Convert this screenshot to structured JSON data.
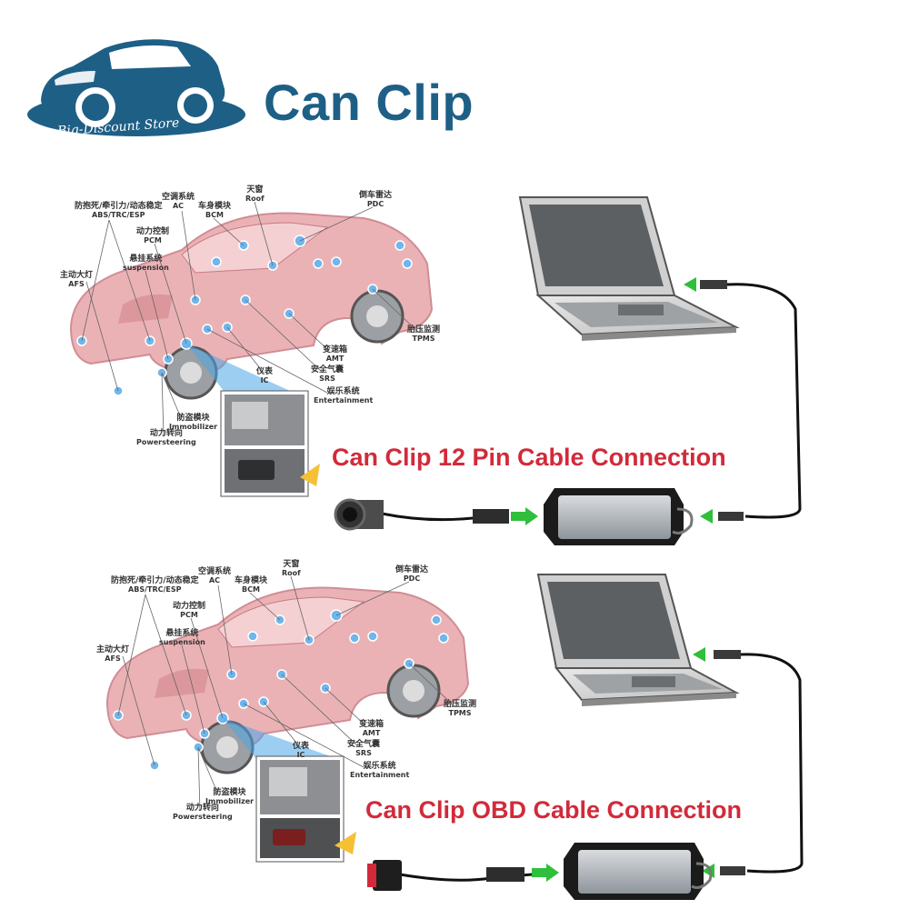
{
  "header": {
    "title": "Can Clip",
    "logo_text": "Big-Discount Store"
  },
  "panels": [
    {
      "caption": "Can Clip 12 Pin Cable Connection",
      "labels": [
        {
          "cn": "防抱死/牵引力/动态稳定",
          "en": "ABS/TRC/ESP"
        },
        {
          "cn": "空调系统",
          "en": "AC"
        },
        {
          "cn": "车身模块",
          "en": "BCM"
        },
        {
          "cn": "天窗",
          "en": "Roof"
        },
        {
          "cn": "倒车雷达",
          "en": "PDC"
        },
        {
          "cn": "动力控制",
          "en": "PCM"
        },
        {
          "cn": "悬挂系统",
          "en": "suspension"
        },
        {
          "cn": "主动大灯",
          "en": "AFS"
        },
        {
          "cn": "胎压监测",
          "en": "TPMS"
        },
        {
          "cn": "变速箱",
          "en": "AMT"
        },
        {
          "cn": "安全气囊",
          "en": "SRS"
        },
        {
          "cn": "仪表",
          "en": "IC"
        },
        {
          "cn": "娱乐系统",
          "en": "Entertainment"
        },
        {
          "cn": "防盗模块",
          "en": "Immobilizer"
        },
        {
          "cn": "动力转向",
          "en": "Powersteering"
        }
      ]
    },
    {
      "caption": "Can Clip OBD Cable Connection",
      "labels": [
        {
          "cn": "防抱死/牵引力/动态稳定",
          "en": "ABS/TRC/ESP"
        },
        {
          "cn": "空调系统",
          "en": "AC"
        },
        {
          "cn": "车身模块",
          "en": "BCM"
        },
        {
          "cn": "天窗",
          "en": "Roof"
        },
        {
          "cn": "倒车雷达",
          "en": "PDC"
        },
        {
          "cn": "动力控制",
          "en": "PCM"
        },
        {
          "cn": "悬挂系统",
          "en": "suspension"
        },
        {
          "cn": "主动大灯",
          "en": "AFS"
        },
        {
          "cn": "胎压监测",
          "en": "TPMS"
        },
        {
          "cn": "变速箱",
          "en": "AMT"
        },
        {
          "cn": "安全气囊",
          "en": "SRS"
        },
        {
          "cn": "仪表",
          "en": "IC"
        },
        {
          "cn": "娱乐系统",
          "en": "Entertainment"
        },
        {
          "cn": "防盗模块",
          "en": "Immobilizer"
        },
        {
          "cn": "动力转向",
          "en": "Powersteering"
        }
      ]
    }
  ],
  "colors": {
    "title": "#1e5f86",
    "caption": "#d22a3a",
    "car_body": "#e8a5aa",
    "node": "#6fb6ec",
    "arrow": "#2fbf3a",
    "logo": "#1e5f86"
  }
}
